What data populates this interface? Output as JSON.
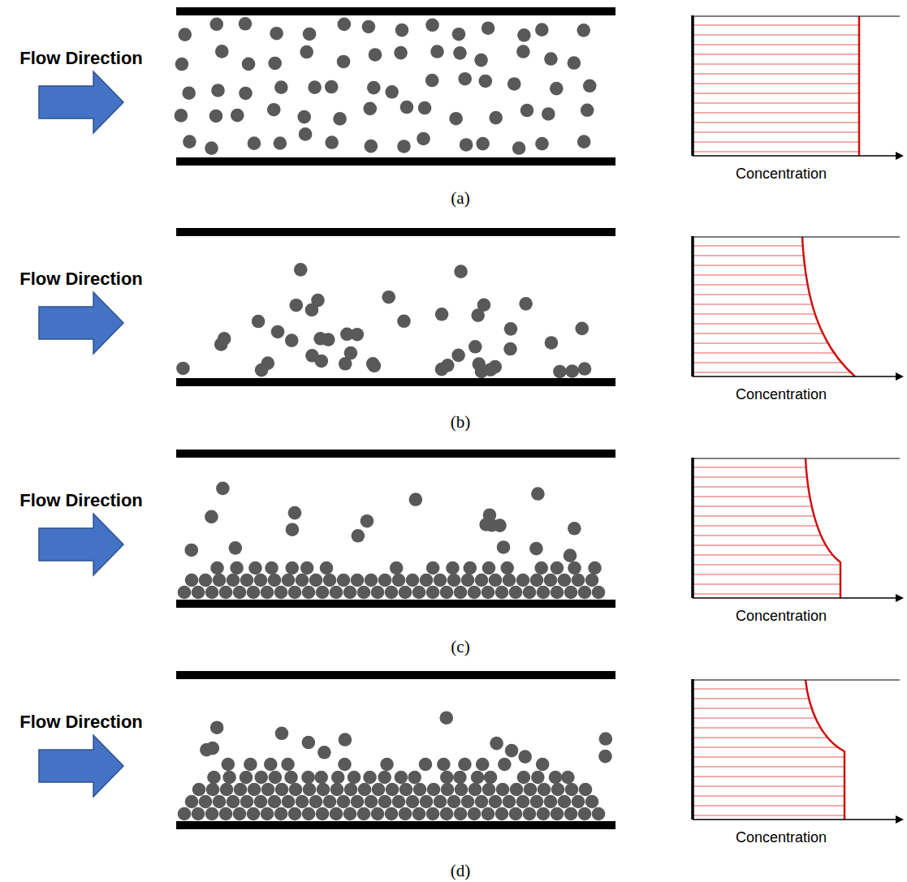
{
  "diagram": {
    "labels": [
      "Flow Direction",
      "Concentration",
      "(a)",
      "Flow Direction",
      "Concentration",
      "(b)",
      "Flow Direction",
      "Concentration",
      "(c)",
      "Flow Direction",
      "Concentration",
      "(d)"
    ]
  }
}
